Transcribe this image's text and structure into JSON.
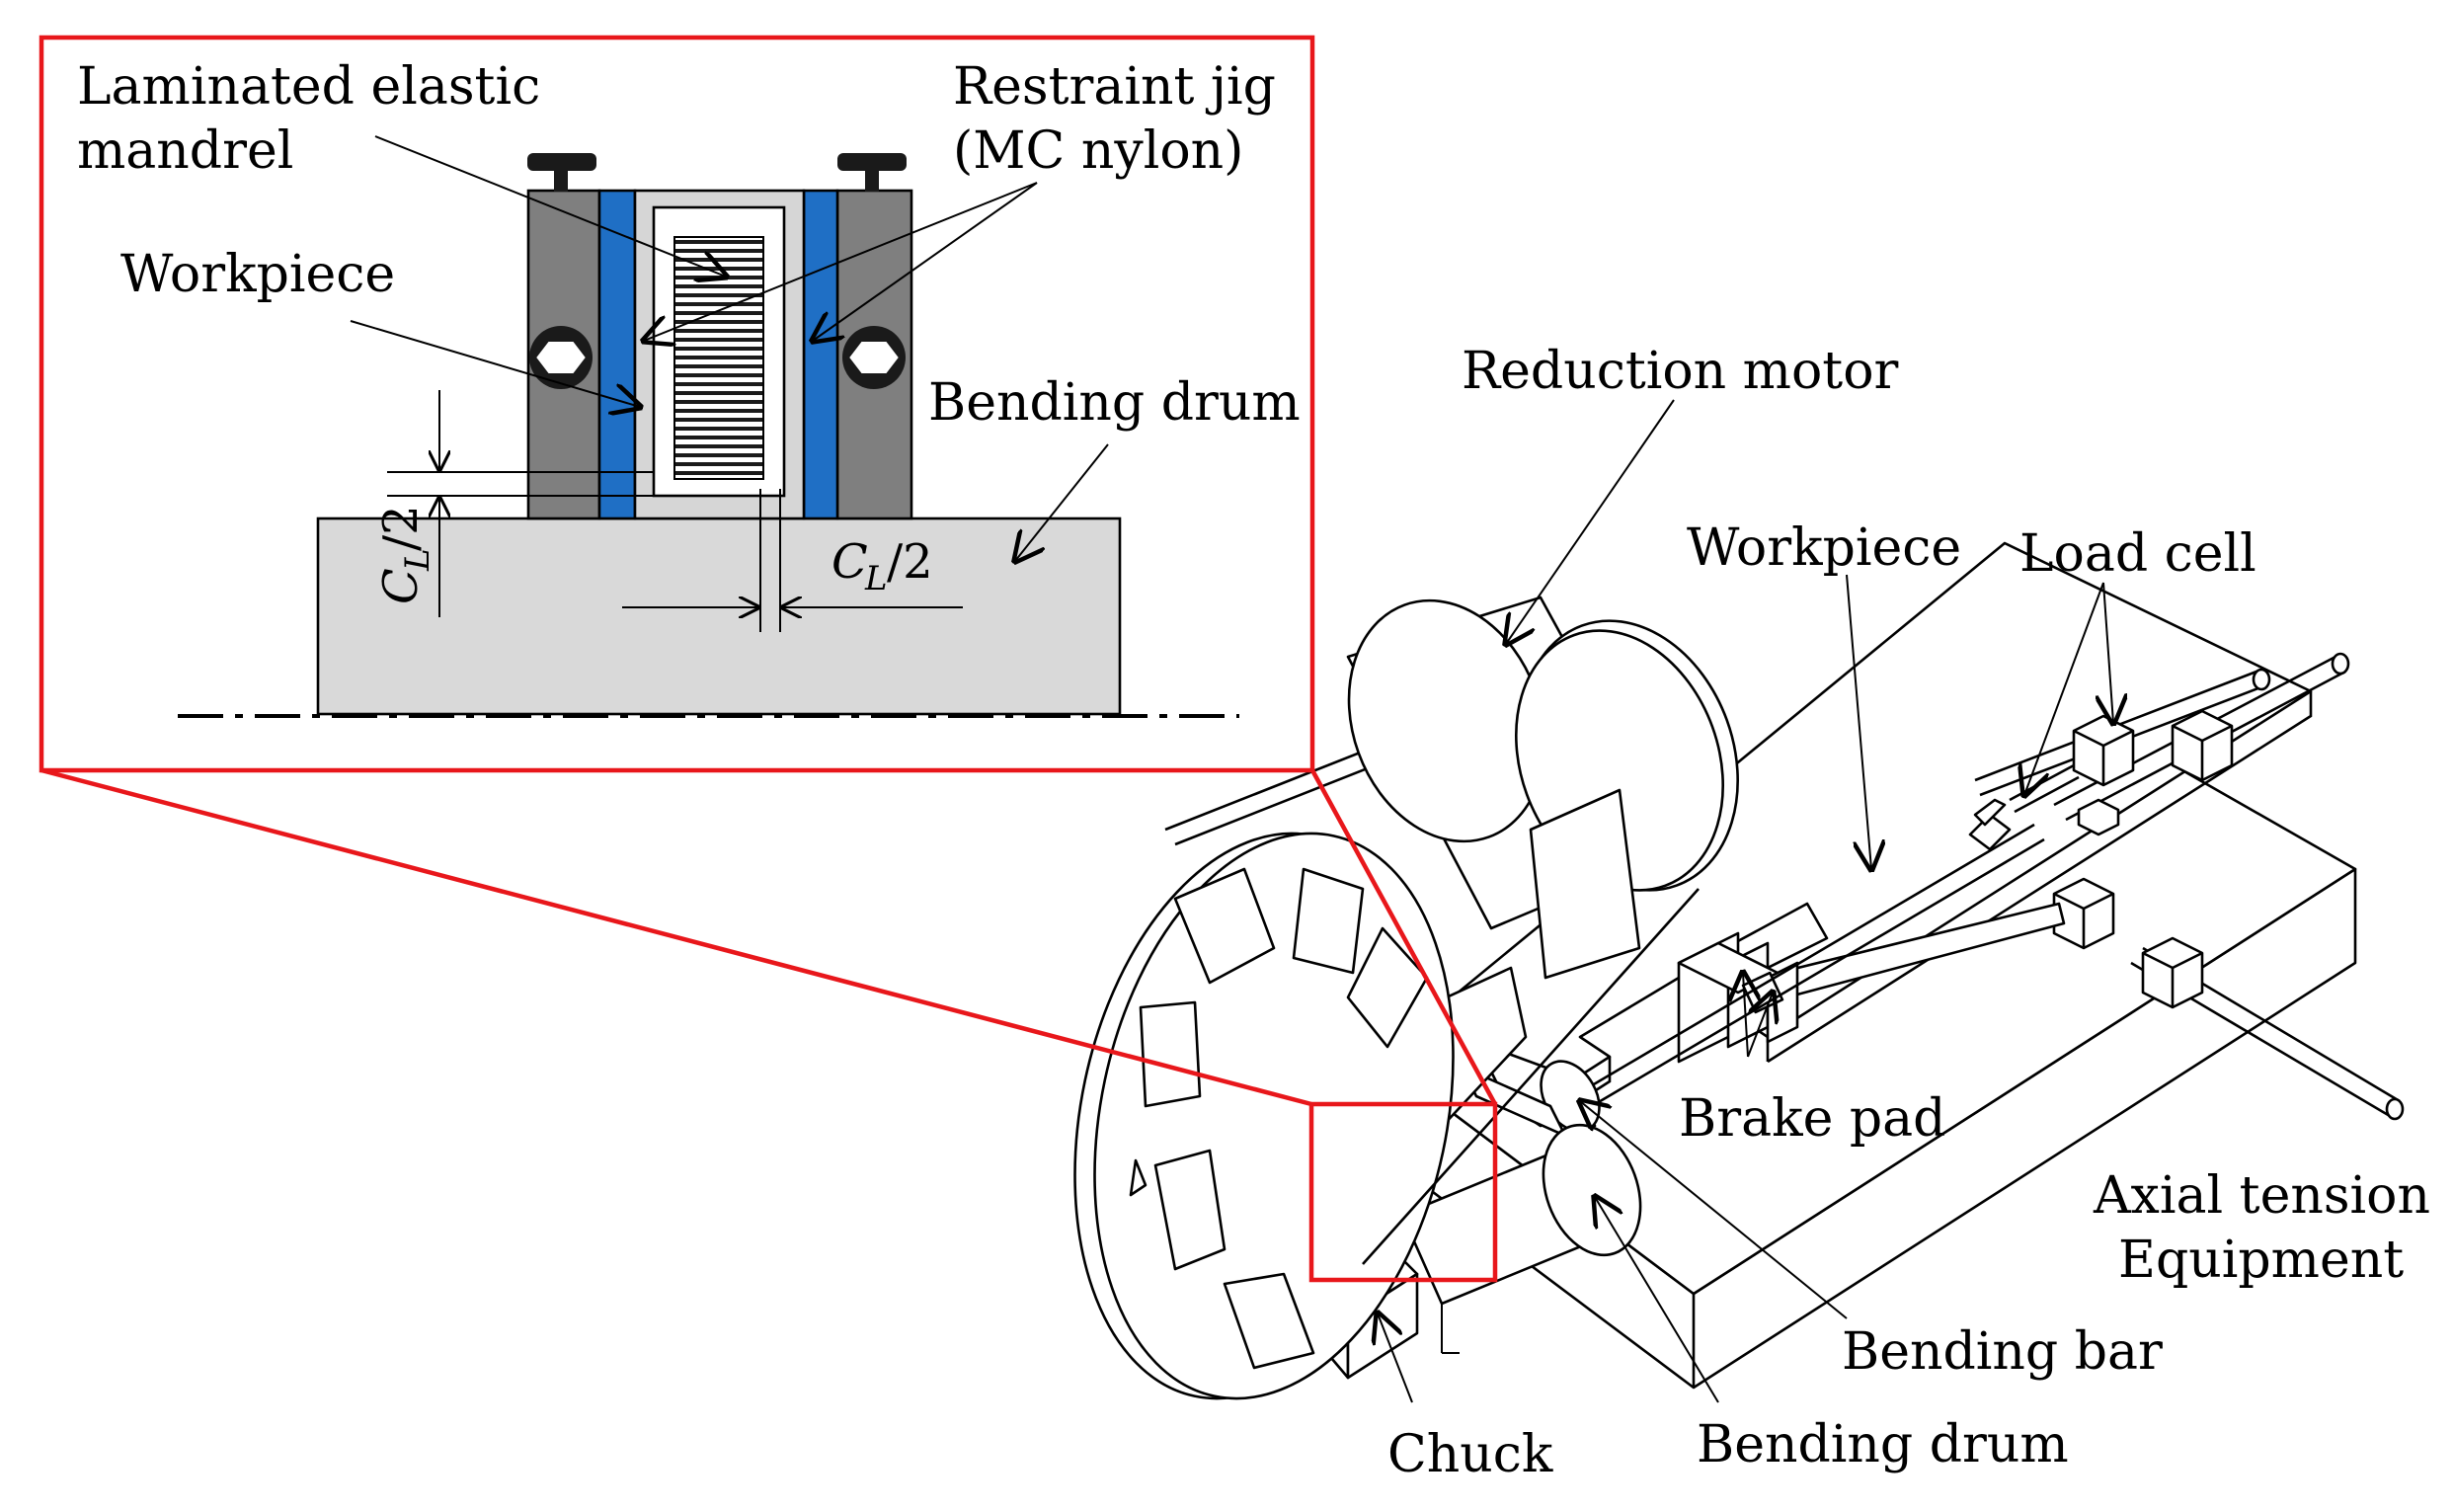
{
  "inset": {
    "labels": {
      "mandrel_line1": "Laminated elastic",
      "mandrel_line2": "mandrel",
      "jig_line1": "Restraint jig",
      "jig_line2": "(MC nylon)",
      "workpiece": "Workpiece",
      "bending_drum": "Bending drum",
      "clearance_c": "C",
      "clearance_sub": "L",
      "clearance_half": "/2"
    },
    "colors": {
      "frame": "#e8171b",
      "jig": "#7f7f7f",
      "workpiece": "#1f6fc5",
      "drum": "#d9d9d9",
      "mandrel_case": "#d6d6d6"
    }
  },
  "machine": {
    "labels": {
      "reduction_motor": "Reduction motor",
      "workpiece": "Workpiece",
      "load_cell": "Load cell",
      "brake_pad": "Brake pad",
      "axial_line1": "Axial tension",
      "axial_line2": "Equipment",
      "bending_bar": "Bending bar",
      "chuck": "Chuck",
      "bending_drum": "Bending drum"
    }
  }
}
